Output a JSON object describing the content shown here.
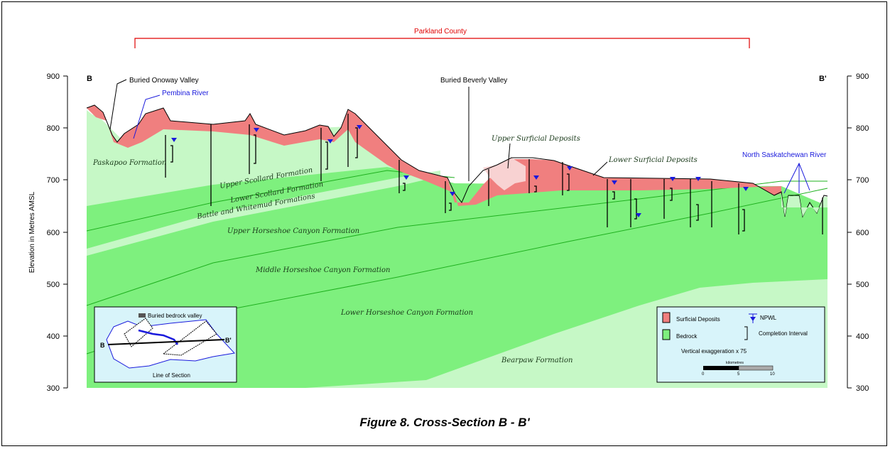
{
  "figure_title": "Figure 8. Cross-Section B - B'",
  "county_label": "Parkland County",
  "y_axis": {
    "label": "Elevation in Metres AMSL",
    "ticks": [
      "900",
      "800",
      "700",
      "600",
      "500",
      "400",
      "300"
    ]
  },
  "section_ends": {
    "left": "B",
    "right": "B'"
  },
  "annotations": {
    "buried_onoway": "Buried Onoway Valley",
    "pembina": "Pembina River",
    "buried_beverly": "Buried Beverly Valley",
    "upper_surficial": "Upper Surficial Deposits",
    "lower_surficial": "Lower Surficial Deposits",
    "north_sask": "North Saskatchewan River"
  },
  "formations": {
    "paskapoo": "Paskapoo Formation",
    "upper_scollard": "Upper Scollard Formation",
    "lower_scollard": "Lower Scollard Formation",
    "battle_whitemud": "Battle and Whitemud Formations",
    "upper_horseshoe": "Upper Horseshoe Canyon Formation",
    "middle_horseshoe": "Middle Horseshoe Canyon Formation",
    "lower_horseshoe": "Lower Horseshoe Canyon Formation",
    "bearpaw": "Bearpaw Formation"
  },
  "inset_map": {
    "legend": "Buried bedrock valley",
    "caption": "Line of Section",
    "b": "B",
    "bprime": "B'"
  },
  "legend": {
    "surficial": "Surficial Deposits",
    "bedrock": "Bedrock",
    "npwl": "NPWL",
    "completion": "Completion Interval",
    "exaggeration": "Vertical exaggeration x 75",
    "scale_title": "kilometres",
    "scale_ticks": [
      "0",
      "5",
      "10"
    ]
  },
  "colors": {
    "surficial": "#f07f7f",
    "upper_surficial": "#f8d2d2",
    "bedrock_dark": "#7ef07e",
    "bedrock_light": "#c6f8c6",
    "water_level": "#1a1adc",
    "county": "#e00000"
  }
}
